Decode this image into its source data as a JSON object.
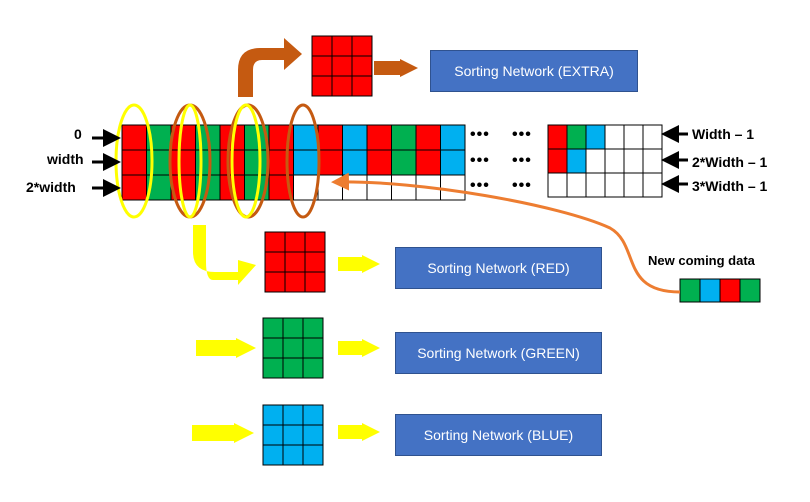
{
  "row_labels": {
    "r0": "0",
    "r1": "width",
    "r2": "2*width"
  },
  "right_labels": {
    "r0": "Width – 1",
    "r1": "2*Width – 1",
    "r2": "3*Width – 1"
  },
  "ellipsis": "•••",
  "new_data_label": "New coming data",
  "networks": {
    "extra": "Sorting Network (EXTRA)",
    "red": "Sorting Network (RED)",
    "green": "Sorting Network (GREEN)",
    "blue": "Sorting Network (BLUE)"
  },
  "colors": {
    "red": "#ff0000",
    "green": "#00b050",
    "blue": "#00b0f0",
    "white": "#ffffff",
    "box": "#4472c4",
    "orange_arrow": "#c55a11",
    "yellow": "#ffff00",
    "curve": "#ed7d31"
  },
  "buffer": {
    "rows": [
      [
        "red",
        "green",
        "red",
        "green",
        "red",
        "green",
        "red",
        "blue",
        "red",
        "blue",
        "red",
        "green",
        "red",
        "blue"
      ],
      [
        "red",
        "green",
        "red",
        "green",
        "red",
        "green",
        "red",
        "blue",
        "red",
        "blue",
        "red",
        "green",
        "red",
        "blue"
      ],
      [
        "red",
        "green",
        "red",
        "green",
        "red",
        "green",
        "red",
        "white",
        "white",
        "white",
        "white",
        "white",
        "white",
        "white"
      ]
    ],
    "tail_rows": [
      [
        "red",
        "green",
        "blue",
        "white",
        "white",
        "white"
      ],
      [
        "red",
        "blue",
        "white",
        "white",
        "white",
        "white"
      ],
      [
        "white",
        "white",
        "white",
        "white",
        "white",
        "white"
      ]
    ]
  },
  "incoming": [
    "green",
    "blue",
    "red",
    "green"
  ]
}
